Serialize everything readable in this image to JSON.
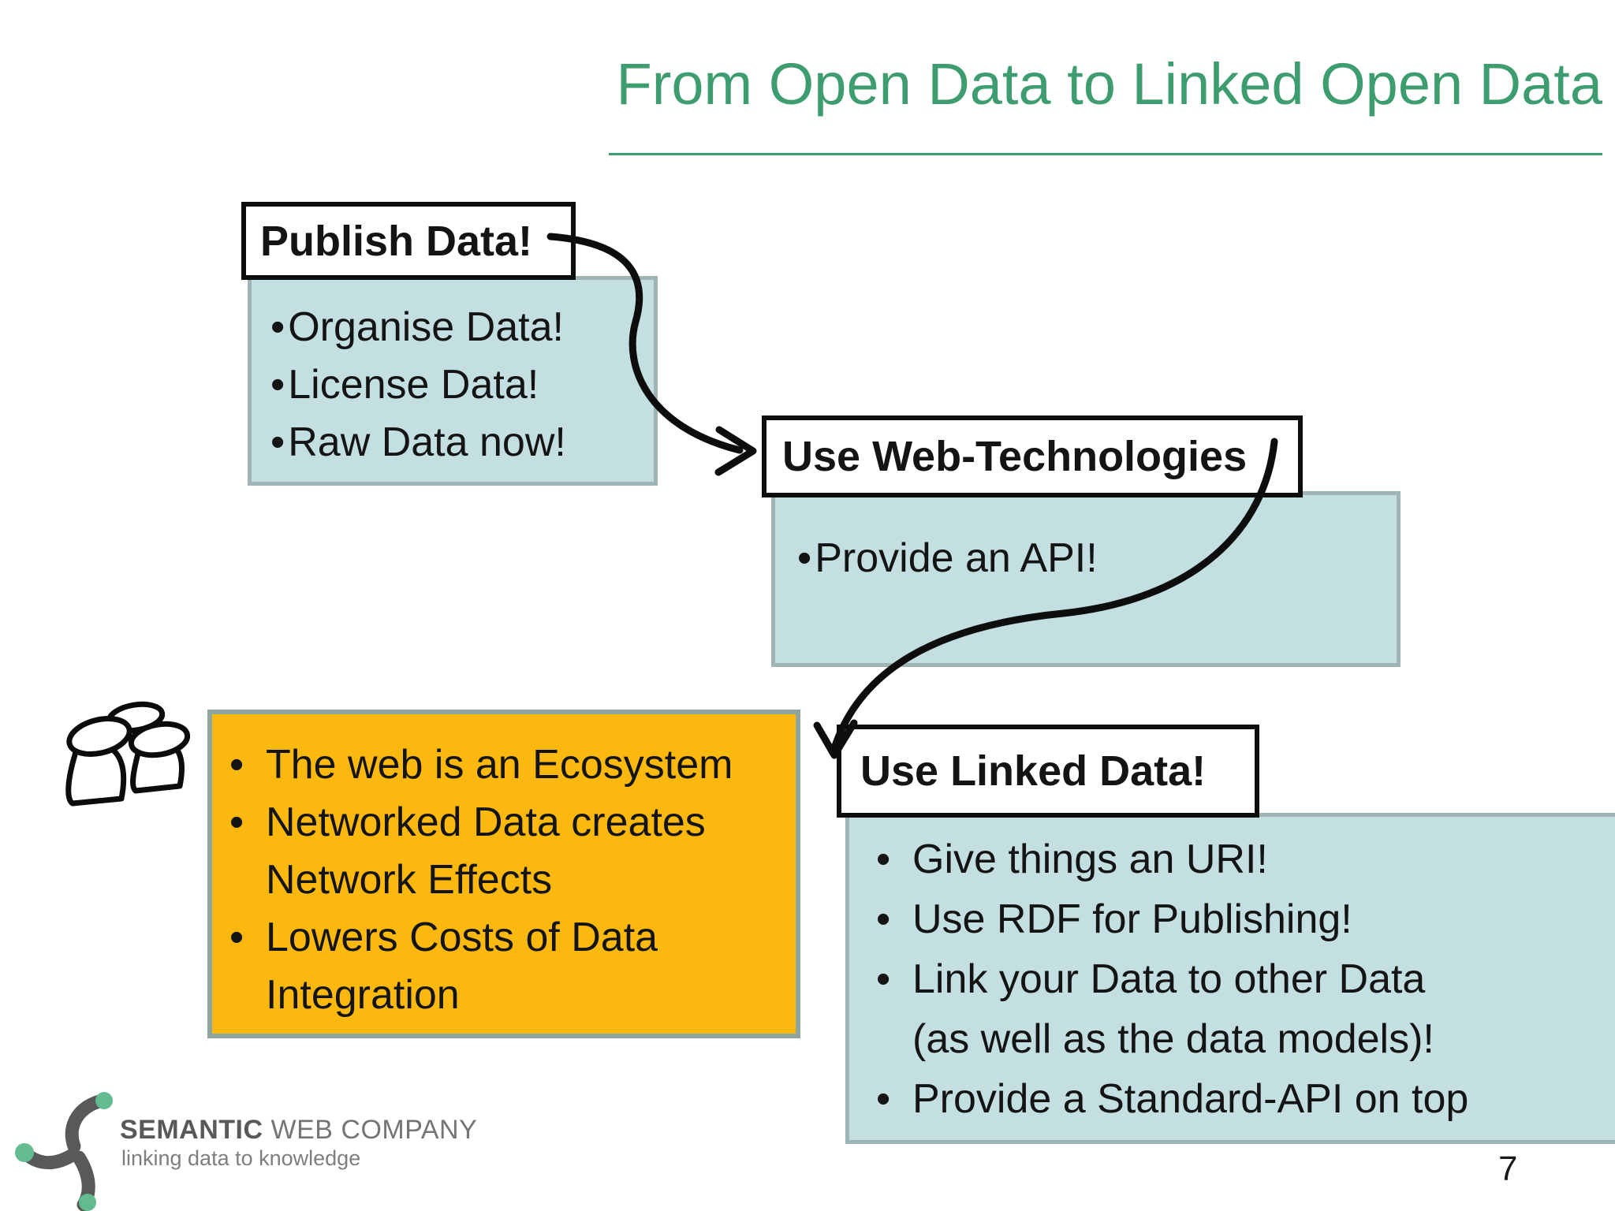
{
  "slide": {
    "title": "From Open Data to Linked Open Data",
    "page_number": "7"
  },
  "flow": {
    "publish": {
      "label": "Publish Data!",
      "bullets": [
        {
          "bullet": "•",
          "text": "Organise Data!"
        },
        {
          "bullet": "•",
          "text": "License Data!"
        },
        {
          "bullet": "•",
          "text": "Raw Data now!"
        }
      ]
    },
    "web_technologies": {
      "label": "Use Web-Technologies",
      "bullets": [
        {
          "bullet": "•",
          "text": "Provide an API!"
        }
      ]
    },
    "linked_data": {
      "label": "Use Linked Data!",
      "bullets": [
        {
          "bullet": "•",
          "text": "Give things an URI!"
        },
        {
          "bullet": "•",
          "text": "Use RDF for Publishing!"
        },
        {
          "bullet": "•",
          "text": "Link your Data to other Data"
        },
        {
          "bullet": "",
          "text": "(as well as the data models)!"
        },
        {
          "bullet": "•",
          "text": "Provide a Standard-API on top"
        }
      ]
    },
    "ecosystem_note": {
      "bullets": [
        {
          "bullet": "•",
          "text": "The web is an Ecosystem"
        },
        {
          "bullet": "•",
          "text": "Networked Data creates"
        },
        {
          "bullet": "",
          "text": "Network Effects"
        },
        {
          "bullet": "•",
          "text": "Lowers Costs of Data"
        },
        {
          "bullet": "",
          "text": "Integration"
        }
      ]
    }
  },
  "logo": {
    "name_bold": "SEMANTIC",
    "name_rest": " WEB COMPANY",
    "tagline": "linking data to knowledge"
  },
  "colors": {
    "title_green": "#3E9D6F",
    "box_blue_fill": "#C3DFE1",
    "box_blue_border": "#9FB5B5",
    "box_orange_fill": "#FBB80F",
    "box_orange_border": "#8FA39F",
    "ink": "#141414",
    "logo_gray": "#595959",
    "logo_green": "#63BB90"
  }
}
